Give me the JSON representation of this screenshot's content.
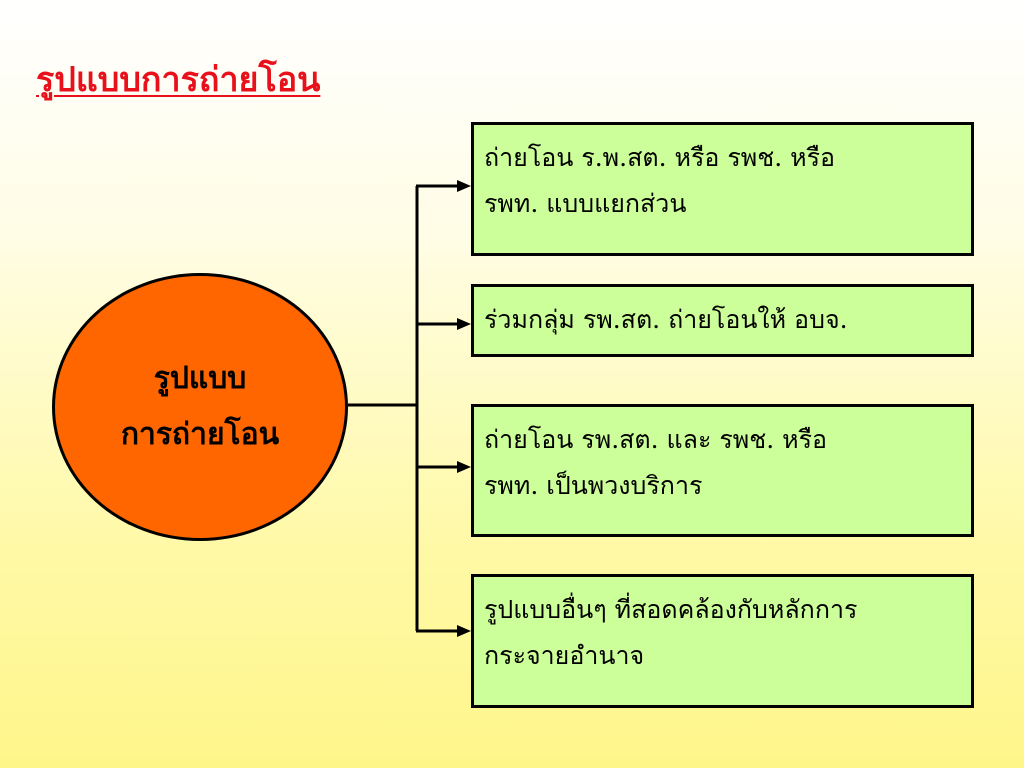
{
  "title": "รูปแบบการถ่ายโอน",
  "hub": {
    "lines": [
      "รูปแบบ",
      "การถ่ายโอน"
    ]
  },
  "branches": [
    {
      "lines": [
        "ถ่ายโอน ร.พ.สต. หรือ รพช. หรือ",
        "รพท. แบบแยกส่วน"
      ]
    },
    {
      "lines": [
        "ร่วมกลุ่ม รพ.สต. ถ่ายโอนให้ อบจ."
      ]
    },
    {
      "lines": [
        "ถ่ายโอน รพ.สต. และ รพช. หรือ",
        "รพท. เป็นพวงบริการ"
      ]
    },
    {
      "lines": [
        "รูปแบบอื่นๆ ที่สอดคล้องกับหลักการ",
        "กระจายอำนาจ"
      ]
    }
  ],
  "colors": {
    "title": "#e8101a",
    "hub_fill": "#ff6600",
    "box_fill": "#ccff99",
    "outline": "#000000"
  }
}
